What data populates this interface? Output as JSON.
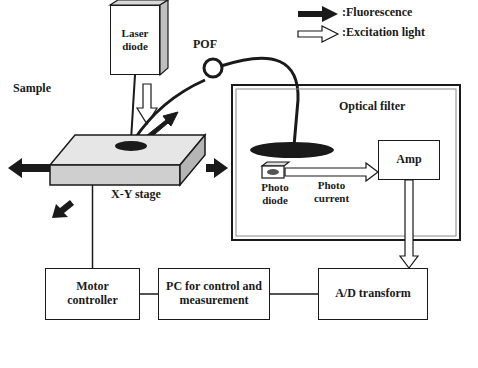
{
  "diagram": {
    "nodes": [
      {
        "text": [
          "Laser diode"
        ]
      },
      {
        "text": [
          "X-Y stage"
        ]
      },
      {
        "text": [
          "Photo diode"
        ]
      },
      {
        "text": [
          "Amp"
        ]
      },
      {
        "text": [
          "Motor controller"
        ]
      },
      {
        "text": [
          "PC for control and measurement"
        ]
      },
      {
        "text": [
          "A/D transform"
        ]
      }
    ],
    "edges": [
      {
        "from": 1,
        "to": 4,
        "arrow": "none"
      },
      {
        "from": 4,
        "to": 5,
        "arrow": "none"
      },
      {
        "from": 5,
        "to": 6,
        "arrow": "none"
      },
      {
        "from": 2,
        "to": 3,
        "arrow": "to",
        "label": "Photo current"
      },
      {
        "from": 3,
        "to": 6,
        "arrow": "to"
      }
    ],
    "labels": [
      "Sample",
      "POF",
      "Optical filter"
    ],
    "legend": [
      {
        "text": ":Fluorescence"
      },
      {
        "text": ":Excitation light"
      }
    ]
  }
}
